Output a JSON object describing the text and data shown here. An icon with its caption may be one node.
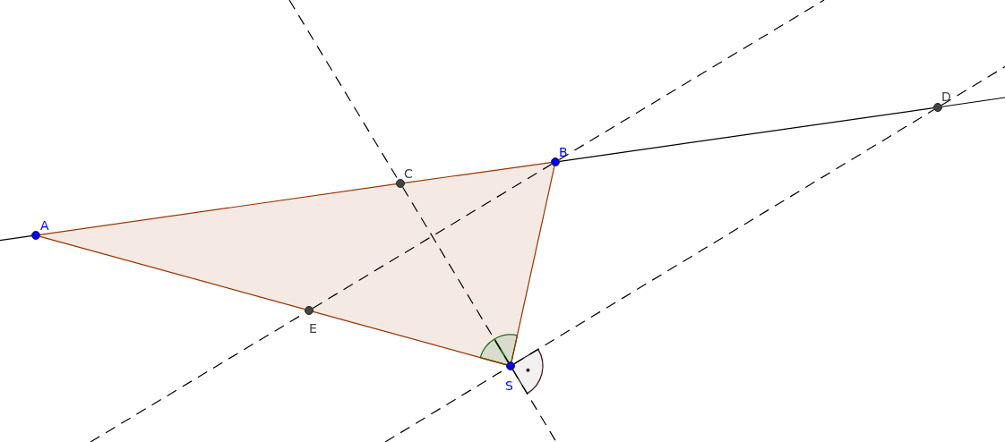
{
  "diagram": {
    "nodes": [
      {
        "text": [
          "A"
        ]
      },
      {
        "text": [
          "B"
        ]
      },
      {
        "text": [
          "C"
        ]
      },
      {
        "text": [
          "D"
        ]
      },
      {
        "text": [
          "E"
        ]
      },
      {
        "text": [
          "S"
        ]
      }
    ],
    "edges": [
      {
        "from": null,
        "to": 0,
        "arrow": "none"
      },
      {
        "from": 0,
        "to": 2,
        "arrow": "none",
        "color": "#993300"
      },
      {
        "from": 2,
        "to": 1,
        "arrow": "none",
        "color": "#993300"
      },
      {
        "from": 1,
        "to": 3,
        "arrow": "none"
      },
      {
        "from": 3,
        "to": null,
        "arrow": "none"
      },
      {
        "from": 0,
        "to": 4,
        "arrow": "none",
        "color": "#993300"
      },
      {
        "from": 4,
        "to": 5,
        "arrow": "none",
        "color": "#993300"
      },
      {
        "from": 5,
        "to": 1,
        "arrow": "none",
        "color": "#993300"
      },
      {
        "from": null,
        "to": 4,
        "arrow": "none",
        "style": "dashed"
      },
      {
        "from": 4,
        "to": 1,
        "arrow": "none",
        "style": "dashed"
      },
      {
        "from": 1,
        "to": null,
        "arrow": "none",
        "style": "dashed"
      },
      {
        "from": null,
        "to": 2,
        "arrow": "none",
        "style": "dashed"
      },
      {
        "from": 2,
        "to": 5,
        "arrow": "none",
        "style": "dashed"
      },
      {
        "from": 5,
        "to": null,
        "arrow": "none",
        "style": "dashed"
      },
      {
        "from": null,
        "to": 5,
        "arrow": "none",
        "style": "dashed"
      },
      {
        "from": 5,
        "to": 3,
        "arrow": "none",
        "style": "dashed"
      },
      {
        "from": 3,
        "to": null,
        "arrow": "none",
        "style": "dashed"
      }
    ]
  }
}
